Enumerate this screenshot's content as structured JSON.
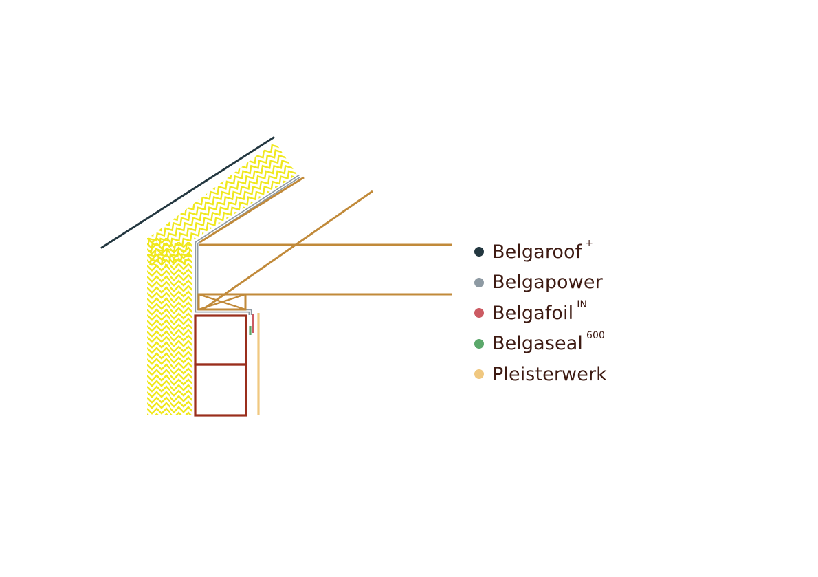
{
  "legend": [
    {
      "name": "Belgaroof",
      "sup": "+",
      "color": "#233740",
      "icon": "dot"
    },
    {
      "name": "Belgapower",
      "sup": "",
      "color": "#8e9aa3",
      "icon": "dot"
    },
    {
      "name": "Belgafoil",
      "sup": "IN",
      "color": "#cc5b63",
      "icon": "dot"
    },
    {
      "name": "Belgaseal",
      "sup": "600",
      "color": "#5ba86b",
      "icon": "dot"
    },
    {
      "name": "Pleisterwerk",
      "sup": "",
      "color": "#f0c880",
      "icon": "dot"
    }
  ],
  "colors": {
    "insulation": "#f0e81e",
    "timber": "#c18a3a",
    "wall": "#9a2e1c",
    "text": "#3d1a12"
  }
}
